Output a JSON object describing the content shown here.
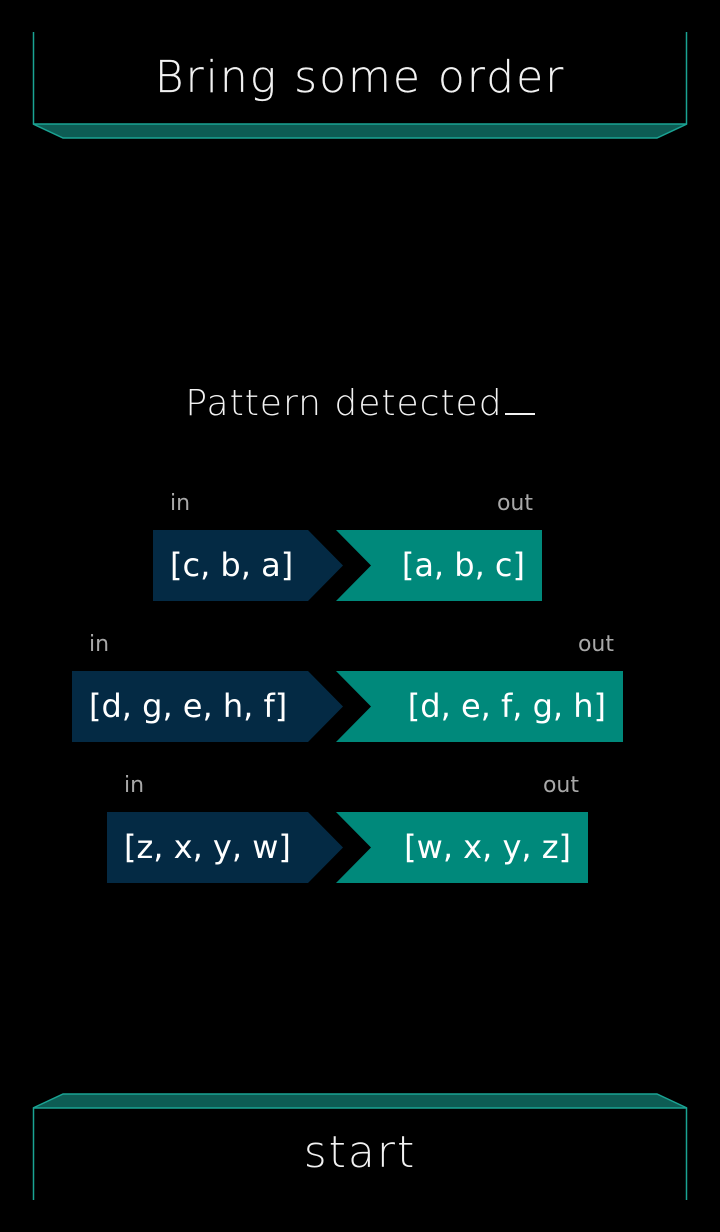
{
  "header": {
    "title": "Bring some order"
  },
  "main": {
    "subtitle": "Pattern detected",
    "examples": [
      {
        "in_label": "in",
        "out_label": "out",
        "input": "[c, b, a]",
        "output": "[a, b, c]"
      },
      {
        "in_label": "in",
        "out_label": "out",
        "input": "[d, g, e, h, f]",
        "output": "[d, e, f, g, h]"
      },
      {
        "in_label": "in",
        "out_label": "out",
        "input": "[z, x, y, w]",
        "output": "[w, x, y, z]"
      }
    ]
  },
  "footer": {
    "start_label": "start"
  },
  "colors": {
    "background": "#000000",
    "frame_accent": "#1aa393",
    "frame_fill": "#0d5c54",
    "input_box": "#042a44",
    "output_box": "#00897b",
    "label_gray": "#a8a8a8"
  }
}
